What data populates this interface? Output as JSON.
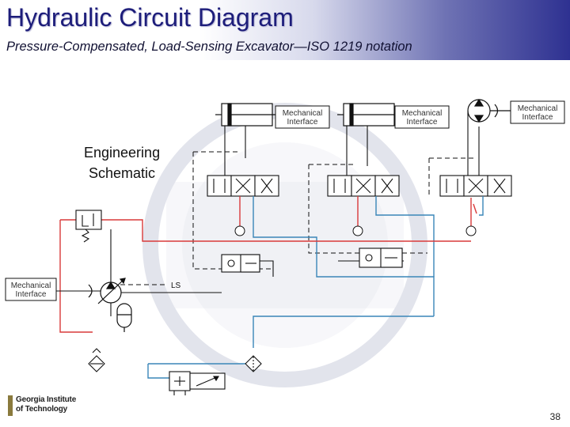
{
  "slide": {
    "title": "Hydraulic Circuit Diagram",
    "subtitle": "Pressure-Compensated, Load-Sensing Excavator—ISO 1219 notation",
    "page_number": "38"
  },
  "diagram": {
    "caption_line1": "Engineering",
    "caption_line2": "Schematic",
    "mech_interface_labels": [
      {
        "line1": "Mechanical",
        "line2": "Interface"
      },
      {
        "line1": "Mechanical",
        "line2": "Interface"
      },
      {
        "line1": "Mechanical",
        "line2": "Interface"
      },
      {
        "line1": "Mechanical",
        "line2": "Interface"
      }
    ],
    "ls_label": "LS"
  },
  "logo": {
    "line1": "Georgia Institute",
    "line2": "of Technology"
  },
  "colors": {
    "header_accent": "#2e3191",
    "title": "#1d1d7a",
    "pressure_line": "#d93a3a",
    "return_line": "#3a86b8",
    "symbol_line": "#111111"
  }
}
